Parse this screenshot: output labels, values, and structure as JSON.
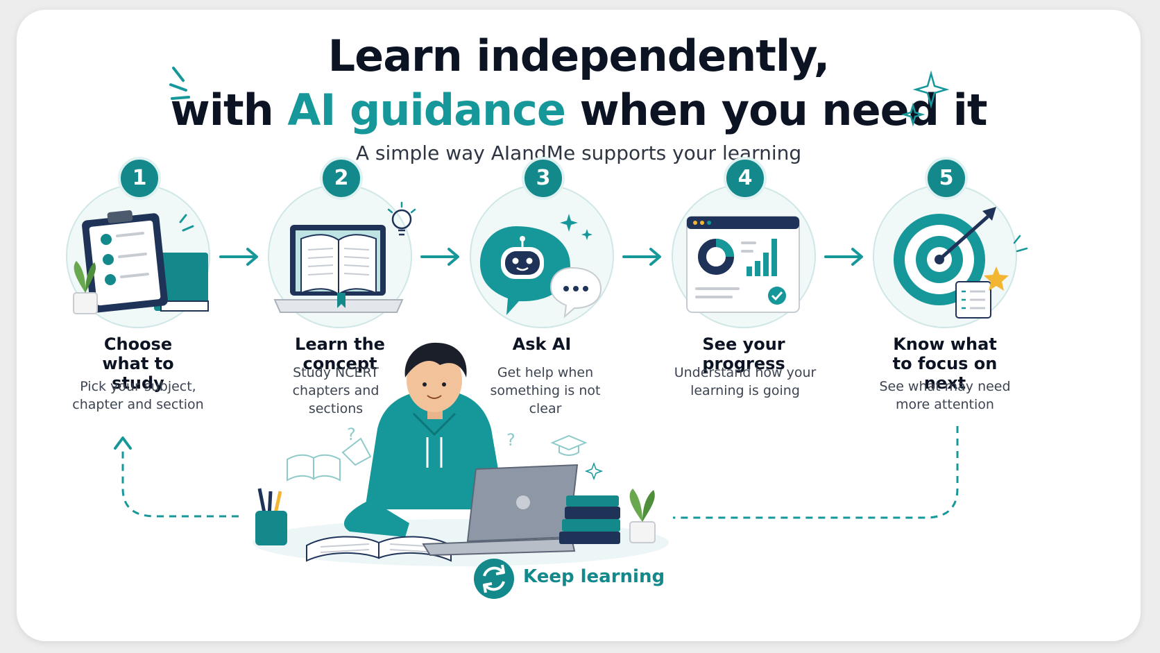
{
  "header": {
    "title_line1": "Learn independently,",
    "title_line2_pre": "with ",
    "title_line2_accent": "AI guidance",
    "title_line2_post": " when you need it",
    "subtitle": "A simple way AIandMe supports your learning"
  },
  "steps": [
    {
      "number": "1",
      "title": "Choose what to study",
      "desc": "Pick your subject, chapter and section",
      "icon": "clipboard-checklist-icon"
    },
    {
      "number": "2",
      "title": "Learn the concept",
      "desc": "Study NCERT chapters and sections",
      "icon": "laptop-book-icon"
    },
    {
      "number": "3",
      "title": "Ask AI",
      "desc": "Get help when something is not clear",
      "icon": "ai-chat-robot-icon"
    },
    {
      "number": "4",
      "title": "See your progress",
      "desc": "Understand how your learning is going",
      "icon": "progress-dashboard-icon"
    },
    {
      "number": "5",
      "title": "Know what to focus on next",
      "desc": "See what may need more attention",
      "icon": "target-arrow-icon"
    }
  ],
  "footer": {
    "loop_label": "Keep learning",
    "loop_icon": "refresh-icon"
  },
  "colors": {
    "accent": "#16979a",
    "dark_teal": "#13898c",
    "navy": "#1f3358",
    "text": "#0c1424"
  }
}
